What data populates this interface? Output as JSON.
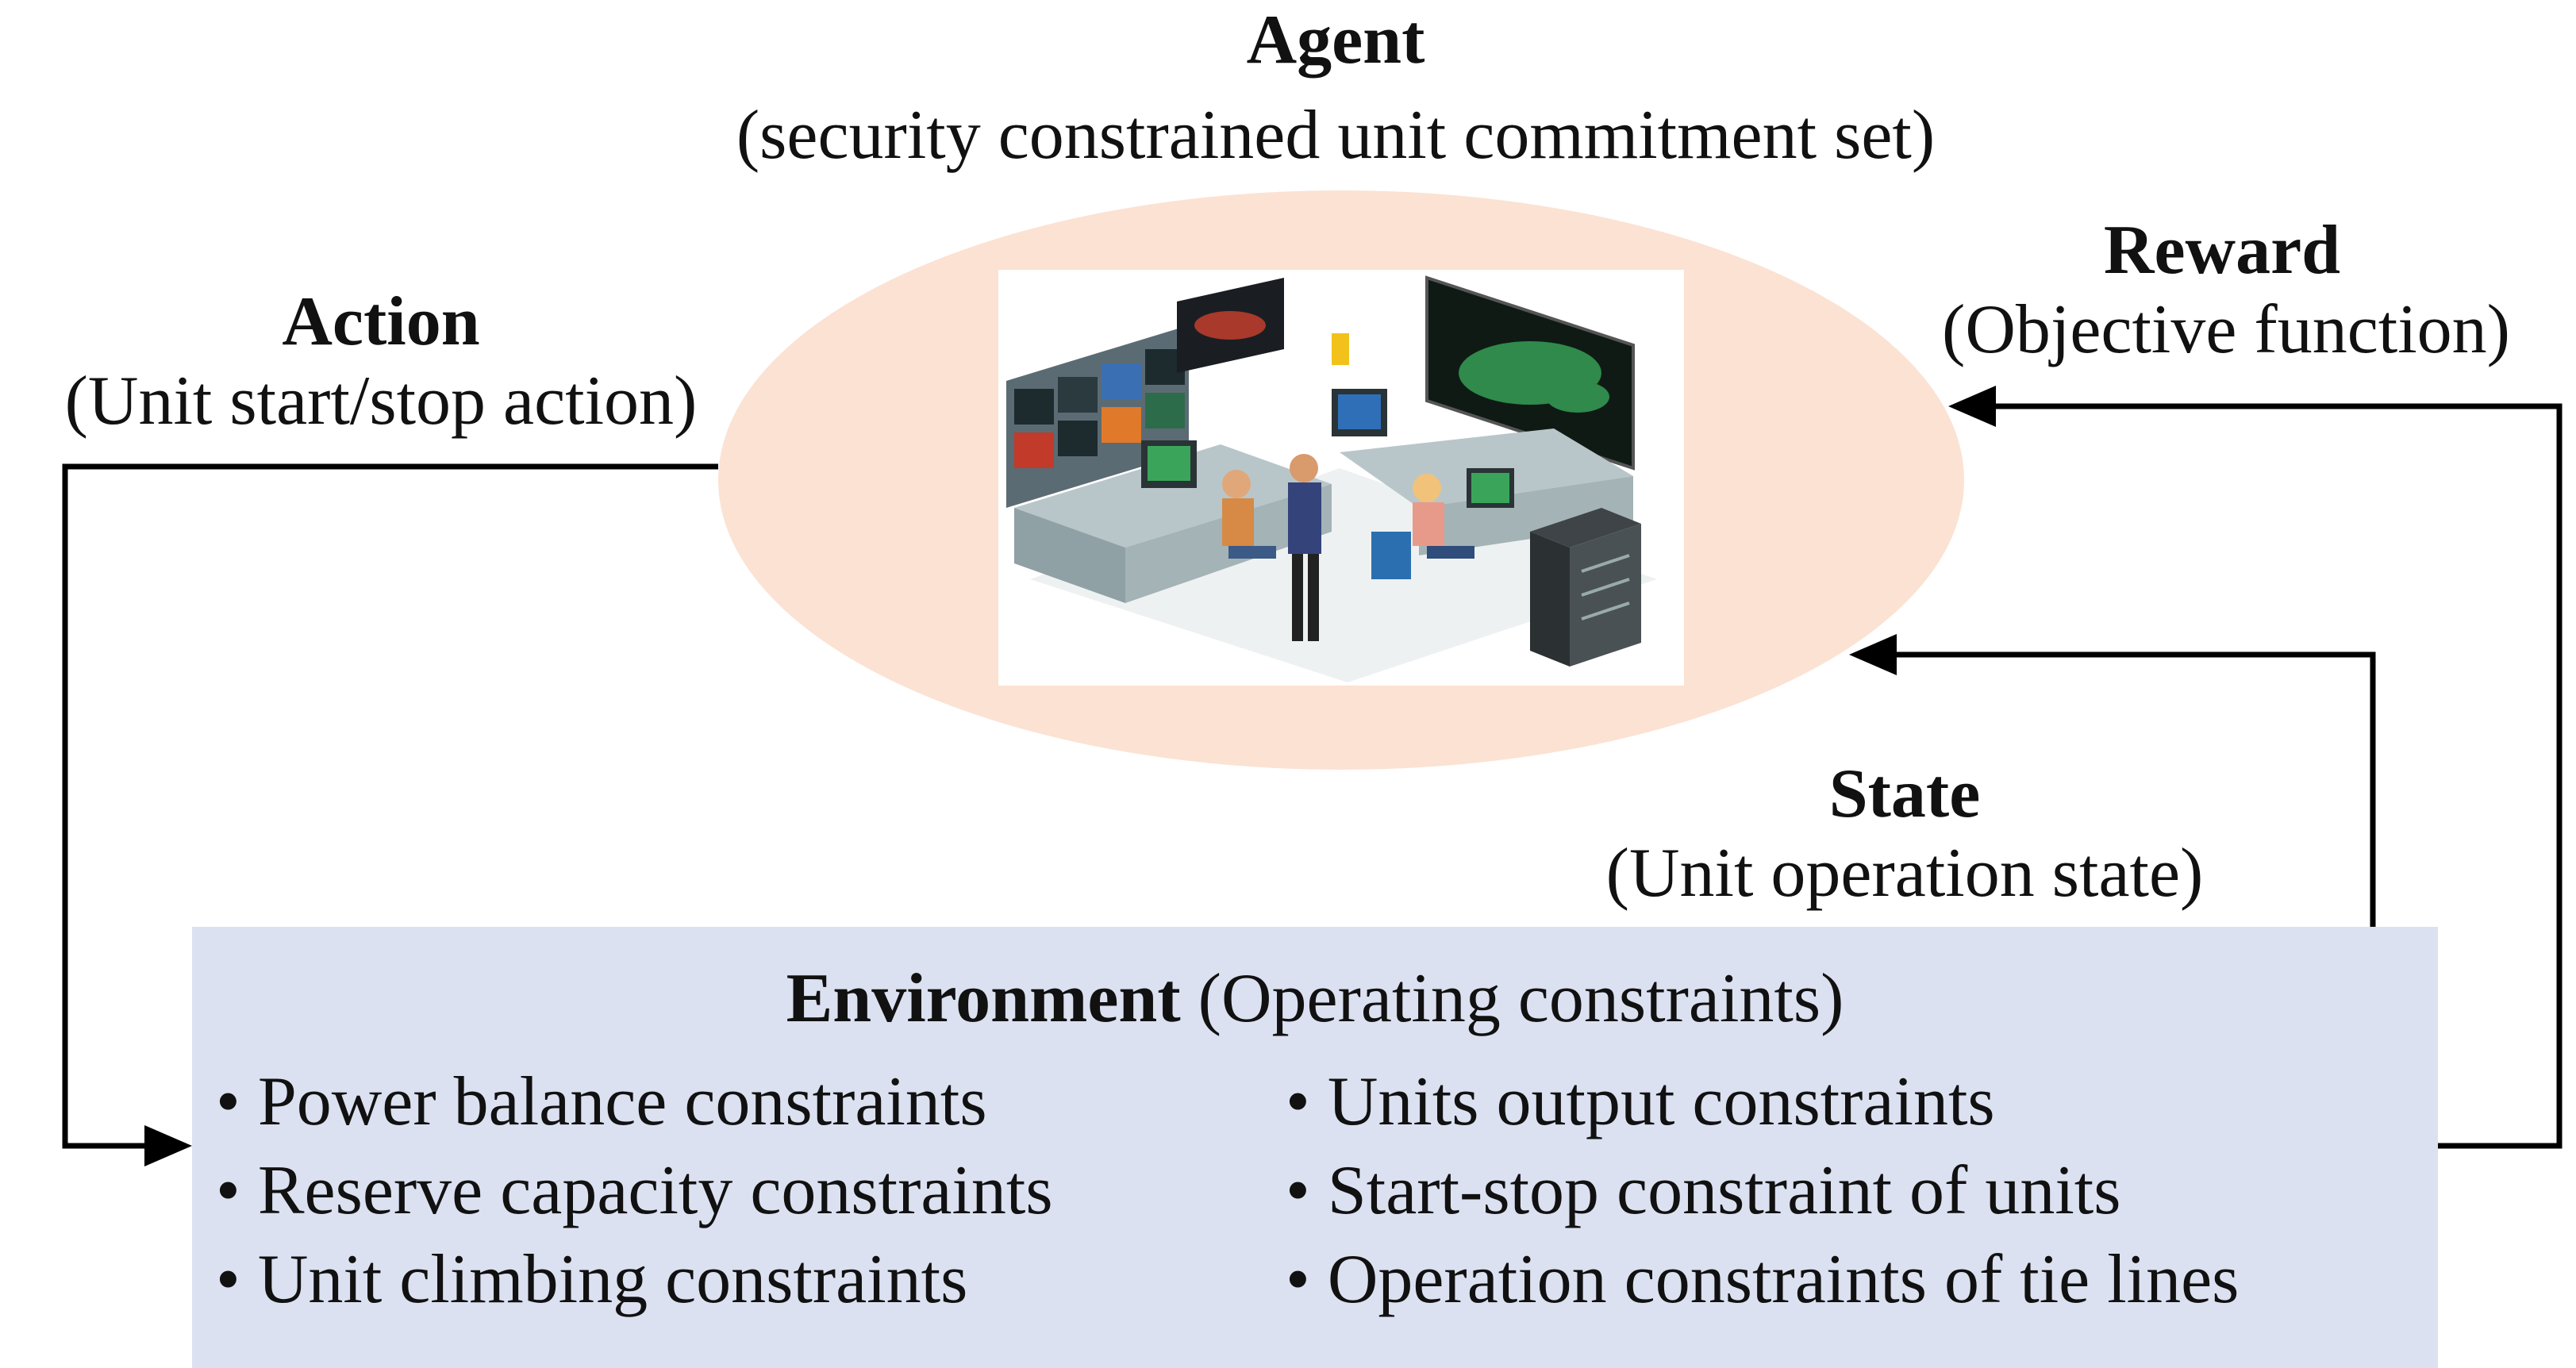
{
  "agent": {
    "title": "Agent",
    "subtitle": "(security constrained unit commitment set)"
  },
  "action": {
    "title": "Action",
    "subtitle": "(Unit start/stop action)"
  },
  "reward": {
    "title": "Reward",
    "subtitle": "(Objective function)"
  },
  "state": {
    "title": "State",
    "subtitle": "(Unit operation state)"
  },
  "environment": {
    "title_bold": "Environment",
    "title_rest": " (Operating constraints)",
    "left_items": [
      "Power balance constraints",
      "Reserve capacity constraints",
      "Unit climbing constraints"
    ],
    "right_items": [
      "Units output constraints",
      "Start-stop constraint of units",
      "Operation constraints of tie lines"
    ]
  },
  "colors": {
    "agent_ellipse": "#fbe2d3",
    "environment_box": "#dce1f1",
    "arrows": "#000000"
  }
}
